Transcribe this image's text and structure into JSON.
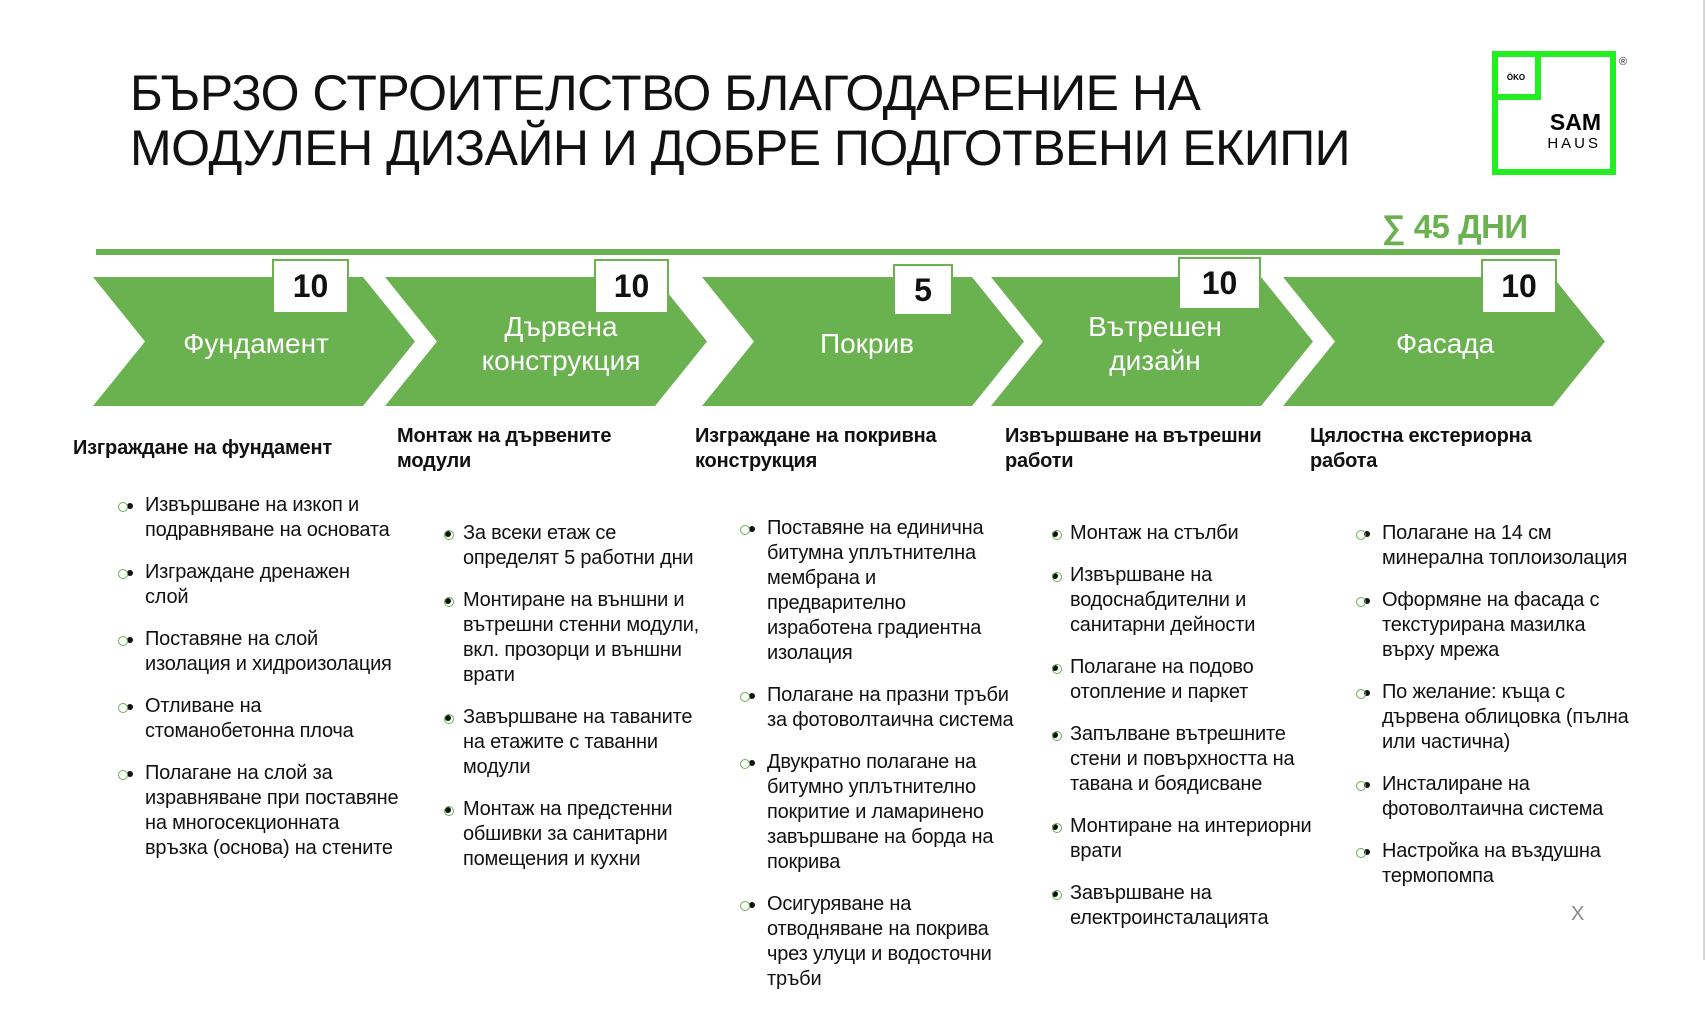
{
  "title": "БЪРЗО СТРОИТЕЛСТВО БЛАГОДАРЕНИЕ НА\nМОДУЛЕН ДИЗАЙН И ДОБРЕ ПОДГОТВЕНИ ЕКИПИ",
  "logo": {
    "small": "ÖKO",
    "brand1": "SAM",
    "brand2": "HAUS",
    "reg": "®"
  },
  "total": "∑ 45 ДНИ",
  "colors": {
    "accent": "#6ab150",
    "logo_green": "#22ee22"
  },
  "stages": [
    {
      "label": "Фундамент",
      "days": "10"
    },
    {
      "label": "Дървена\nконструкция",
      "days": "10"
    },
    {
      "label": "Покрив",
      "days": "5"
    },
    {
      "label": "Вътрешен\nдизайн",
      "days": "10"
    },
    {
      "label": "Фасада",
      "days": "10"
    }
  ],
  "columns": [
    {
      "heading": "Изграждане на фундамент",
      "items": [
        "Извършване на изкоп и\nподравняване на основата",
        "Изграждане  дренажен\nслой",
        "Поставяне на  слой\nизолация и хидроизолация",
        "Отливане на\nстоманобетонна плоча",
        "Полагане на слой за\nизравняване при поставяне\nна многосекционната\nвръзка (основа) на стените"
      ]
    },
    {
      "heading": "Монтаж на дървените\nмодули",
      "items": [
        "За всеки етаж се\nопределят 5 работни дни",
        "Монтиране на външни и\nвътрешни стенни модули,\nвкл. прозорци и външни\nврати",
        "Завършване на таваните\nна етажите с таванни\nмодули",
        "Монтаж на предстенни\nобшивки за санитарни\nпомещения и кухни"
      ]
    },
    {
      "heading": "    Изграждане на покривна\nконструкция",
      "items": [
        "Поставяне на единична\nбитумна уплътнителна\nмембрана и\nпредварително\nизработена градиентна\nизолация",
        "Полагане на празни тръби\nза фотоволтаична система",
        "Двукратно полагане на\nбитумно уплътнително\nпокритие и ламаринено\nзавършване на борда на\nпокрива",
        "Осигуряване на\nотводняване на покрива\nчрез улуци и водосточни\nтръби"
      ]
    },
    {
      "heading": "Извършване на вътрешни\nработи",
      "items": [
        "Монтаж на стълби",
        "Извършване на\nводоснабдителни и\nсанитарни дейности",
        "Полагане на подово\nотопление и паркет",
        "Запълване вътрешните\nстени и повърхността на\nтавана и боядисване",
        "Монтиране на интериорни\nврати",
        "Завършване на\nелектроинсталацията"
      ]
    },
    {
      "heading": " Цялостна екстериорна\nработа",
      "items": [
        "Полагане на 14 см\nминерална топлоизолация",
        "Оформяне на фасада с\nтекстурирана мазилка\nвърху мрежа",
        "По желание: къща с\nдървена облицовка (пълна\nили частична)",
        "Инсталиране на\nфотоволтаична система",
        "Настройка на въздушна\nтермопомпа"
      ]
    }
  ],
  "close_mark": "X"
}
